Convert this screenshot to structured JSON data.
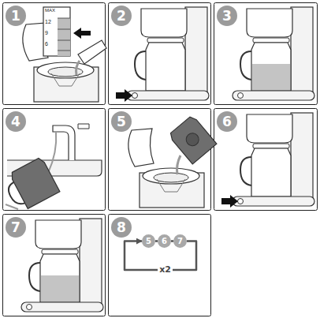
{
  "diagram": {
    "nodes": [
      {
        "text": [
          "1"
        ]
      },
      {
        "text": [
          "2"
        ]
      },
      {
        "text": [
          "3"
        ]
      },
      {
        "text": [
          "4"
        ]
      },
      {
        "text": [
          "5"
        ]
      },
      {
        "text": [
          "6"
        ]
      },
      {
        "text": [
          "7"
        ]
      },
      {
        "text": [
          "8"
        ]
      },
      {
        "text": [
          "5"
        ]
      },
      {
        "text": [
          "6"
        ]
      },
      {
        "text": [
          "7"
        ]
      }
    ],
    "edges": [
      {
        "from": 8,
        "to": 9,
        "arrow": "none"
      },
      {
        "from": 9,
        "to": 10,
        "arrow": "none"
      },
      {
        "from": 10,
        "to": 8,
        "arrow": "to",
        "label": "x2"
      }
    ],
    "labels": [
      "MAX",
      "12",
      "9",
      "6"
    ]
  }
}
